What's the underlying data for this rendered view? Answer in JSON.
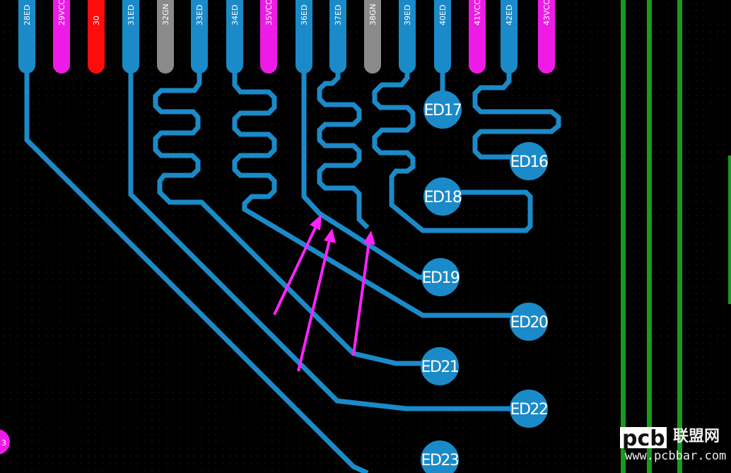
{
  "colors": {
    "background": "#000000",
    "grid_dot": "#3a3a3a",
    "trace_blue": "#1b8ac8",
    "pad_magenta": "#ee1be6",
    "pad_red": "#ff0b0b",
    "pad_gray": "#8a8a8a",
    "power_green": "#1a9a1a",
    "arrow_magenta": "#ff22ff",
    "label_white": "#ffffff"
  },
  "pins": [
    {
      "id": "p28",
      "label": "28ED",
      "color": "blue"
    },
    {
      "id": "p29",
      "label": "29VCC",
      "color": "magenta"
    },
    {
      "id": "p30",
      "label": "30",
      "color": "red"
    },
    {
      "id": "p31",
      "label": "31ED",
      "color": "blue"
    },
    {
      "id": "p32",
      "label": "32GN",
      "color": "gray"
    },
    {
      "id": "p33",
      "label": "33ED",
      "color": "blue"
    },
    {
      "id": "p34",
      "label": "34ED",
      "color": "blue"
    },
    {
      "id": "p35",
      "label": "35VCC",
      "color": "magenta"
    },
    {
      "id": "p36",
      "label": "36ED",
      "color": "blue"
    },
    {
      "id": "p37",
      "label": "37ED",
      "color": "blue"
    },
    {
      "id": "p38",
      "label": "38GN",
      "color": "gray"
    },
    {
      "id": "p39",
      "label": "39ED",
      "color": "blue"
    },
    {
      "id": "p40",
      "label": "40ED",
      "color": "blue"
    },
    {
      "id": "p41",
      "label": "41VCC",
      "color": "magenta"
    },
    {
      "id": "p42",
      "label": "42ED",
      "color": "blue"
    },
    {
      "id": "p43",
      "label": "43VCC",
      "color": "magenta"
    }
  ],
  "vias": [
    {
      "id": "ed16",
      "label": "ED16"
    },
    {
      "id": "ed17",
      "label": "ED17"
    },
    {
      "id": "ed18",
      "label": "ED18"
    },
    {
      "id": "ed19",
      "label": "ED19"
    },
    {
      "id": "ed20",
      "label": "ED20"
    },
    {
      "id": "ed21",
      "label": "ED21"
    },
    {
      "id": "ed22",
      "label": "ED22"
    },
    {
      "id": "ed23",
      "label": "ED23"
    }
  ],
  "edge_pad_label": "3",
  "watermark": {
    "logo": "pcb",
    "cn": "联盟网",
    "url": "www.pcbbar.com"
  }
}
